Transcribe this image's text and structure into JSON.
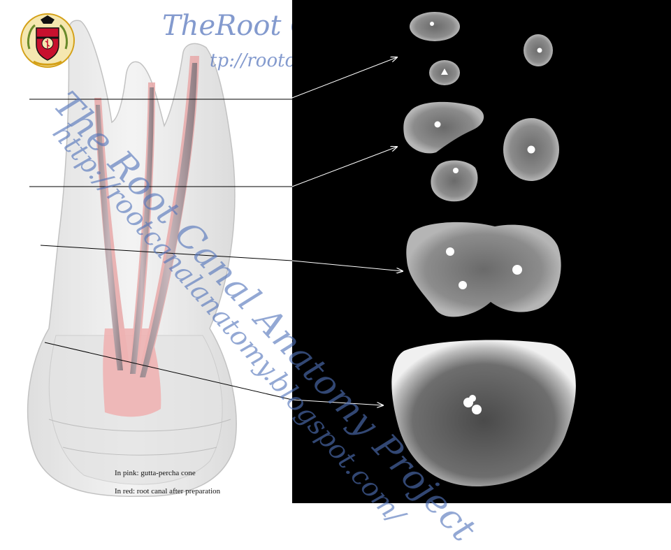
{
  "header": {
    "title": "TheRoot C",
    "url": "tp://rooto"
  },
  "watermark": {
    "main": "The Root Canal Anatomy Project",
    "url": "http://rootcanalanatomy.blogspot.com/"
  },
  "logo": {
    "icon": "caduceus-shield-emblem",
    "colors": {
      "shield": "#c8102e",
      "gold": "#d4a017",
      "black": "#111111"
    }
  },
  "legend": {
    "pink": "In pink: gutta-percha cone",
    "red": "In red: root canal  after preparation"
  },
  "colors": {
    "canal_pink": "#e8a8a8",
    "gutta_percha": "#b89aa0",
    "watermark_blue": "#5073b9",
    "ct_background": "#000000"
  }
}
